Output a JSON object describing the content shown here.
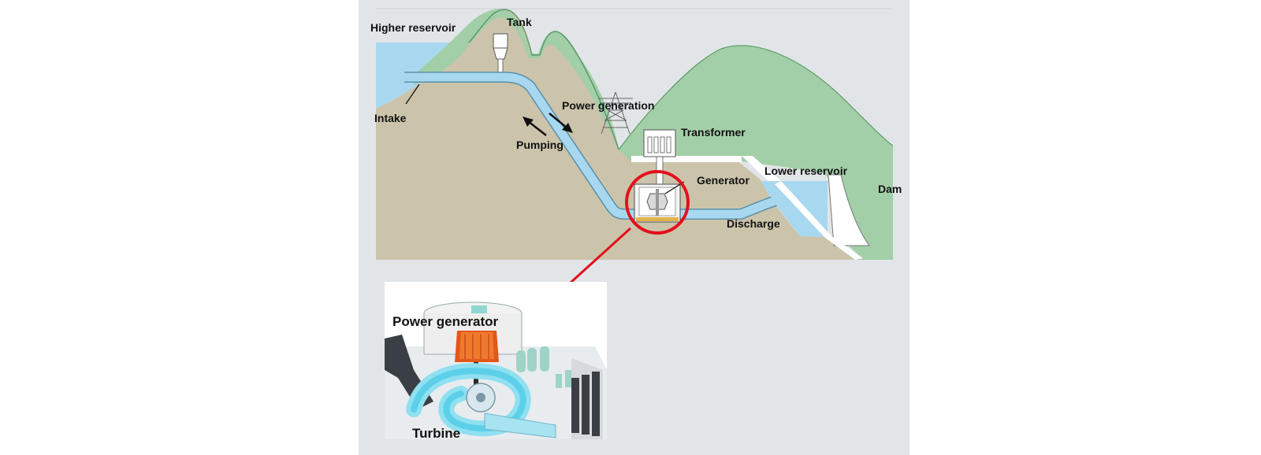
{
  "diagram": {
    "labels": {
      "higher_reservoir": "Higher reservoir",
      "tank": "Tank",
      "intake": "Intake",
      "power_generation": "Power generation",
      "pumping": "Pumping",
      "transformer": "Transformer",
      "generator": "Generator",
      "lower_reservoir": "Lower reservoir",
      "dam": "Dam",
      "discharge": "Discharge"
    },
    "inset": {
      "power_generator": "Power generator",
      "turbine": "Turbine"
    }
  },
  "colors": {
    "panel_background": "#e1e5e8",
    "ground": "#cbc4ab",
    "hill": "#a2cfa7",
    "water": "#a8d8f0",
    "highlight_circle": "#e3101b",
    "arrow": "#e3101b"
  },
  "icons": [
    "transmission-tower-icon",
    "transformer-icon",
    "generator-icon",
    "turbine-icon"
  ]
}
